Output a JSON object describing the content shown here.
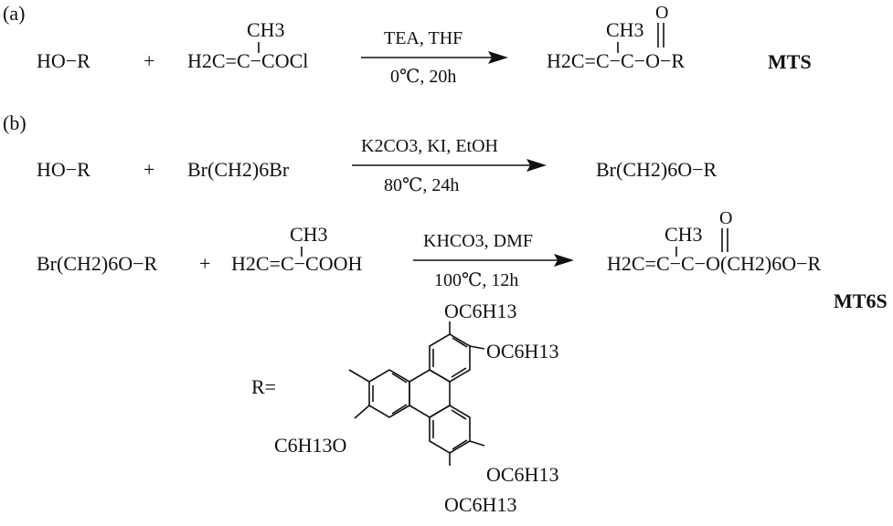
{
  "panel_a": {
    "label": "(a)",
    "reactant1": "HO−R",
    "plus": "+",
    "reactant2": {
      "methyl": "CH3",
      "main": "H2C=C−COCl"
    },
    "conditions_above": "TEA, THF",
    "conditions_below": "0℃, 20h",
    "product": {
      "methyl": "CH3",
      "carbonyl_o": "O",
      "main": "H2C=C−C−O−R"
    },
    "product_name": "MTS"
  },
  "panel_b": {
    "label": "(b)",
    "step1": {
      "reactant1": "HO−R",
      "plus": "+",
      "reactant2": "Br(CH2)6Br",
      "conditions_above": "K2CO3, KI, EtOH",
      "conditions_below": "80℃, 24h",
      "product": "Br(CH2)6O−R"
    },
    "step2": {
      "reactant1": "Br(CH2)6O−R",
      "plus": "+",
      "reactant2": {
        "methyl": "CH3",
        "main": "H2C=C−COOH"
      },
      "conditions_above": "KHCO3, DMF",
      "conditions_below": "100℃, 12h",
      "product": {
        "methyl": "CH3",
        "carbonyl_o": "O",
        "main": "H2C=C−C−O(CH2)6O−R"
      },
      "product_name": "MT6S"
    }
  },
  "r_group": {
    "label": "R=",
    "substituents": [
      "OC6H13",
      "OC6H13",
      "C6H13O",
      "OC6H13",
      "OC6H13"
    ]
  }
}
